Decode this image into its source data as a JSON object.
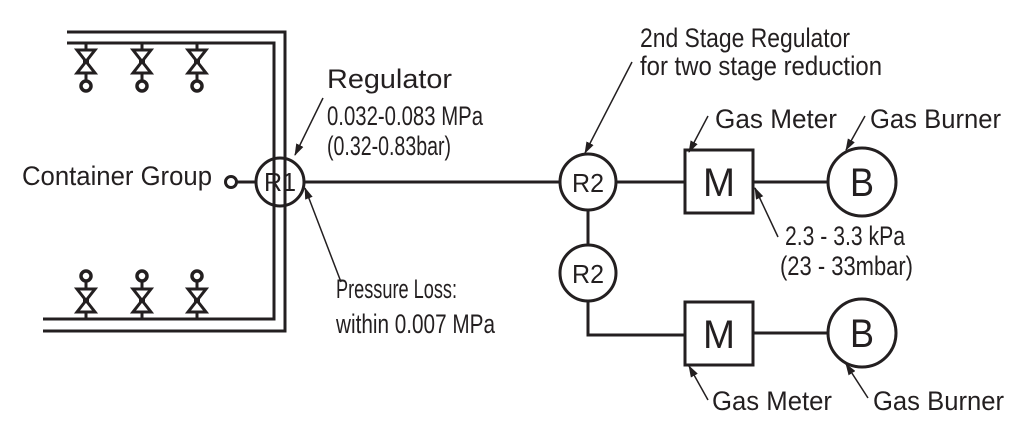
{
  "labels": {
    "container_group": "Container Group",
    "regulator": "Regulator",
    "regulator_pressure_mpa": "0.032-0.083 MPa",
    "regulator_pressure_bar": "(0.32-0.83bar)",
    "pressure_loss": "Pressure Loss:",
    "pressure_loss_value": "within 0.007 MPa",
    "second_stage_line1": "2nd Stage Regulator",
    "second_stage_line2": "for two stage reduction",
    "gas_meter_top": "Gas Meter",
    "gas_burner_top": "Gas Burner",
    "outlet_pressure_kpa": "2.3 - 3.3 kPa",
    "outlet_pressure_mbar": "(23 - 33mbar)",
    "gas_meter_bottom": "Gas Meter",
    "gas_burner_bottom": "Gas Burner"
  },
  "symbols": {
    "r1": "R1",
    "r2_top": "R2",
    "r2_bottom": "R2",
    "meter_top": "M",
    "meter_bottom": "M",
    "burner_top": "B",
    "burner_bottom": "B"
  },
  "colors": {
    "ink": "#231f20",
    "background": "#ffffff"
  }
}
